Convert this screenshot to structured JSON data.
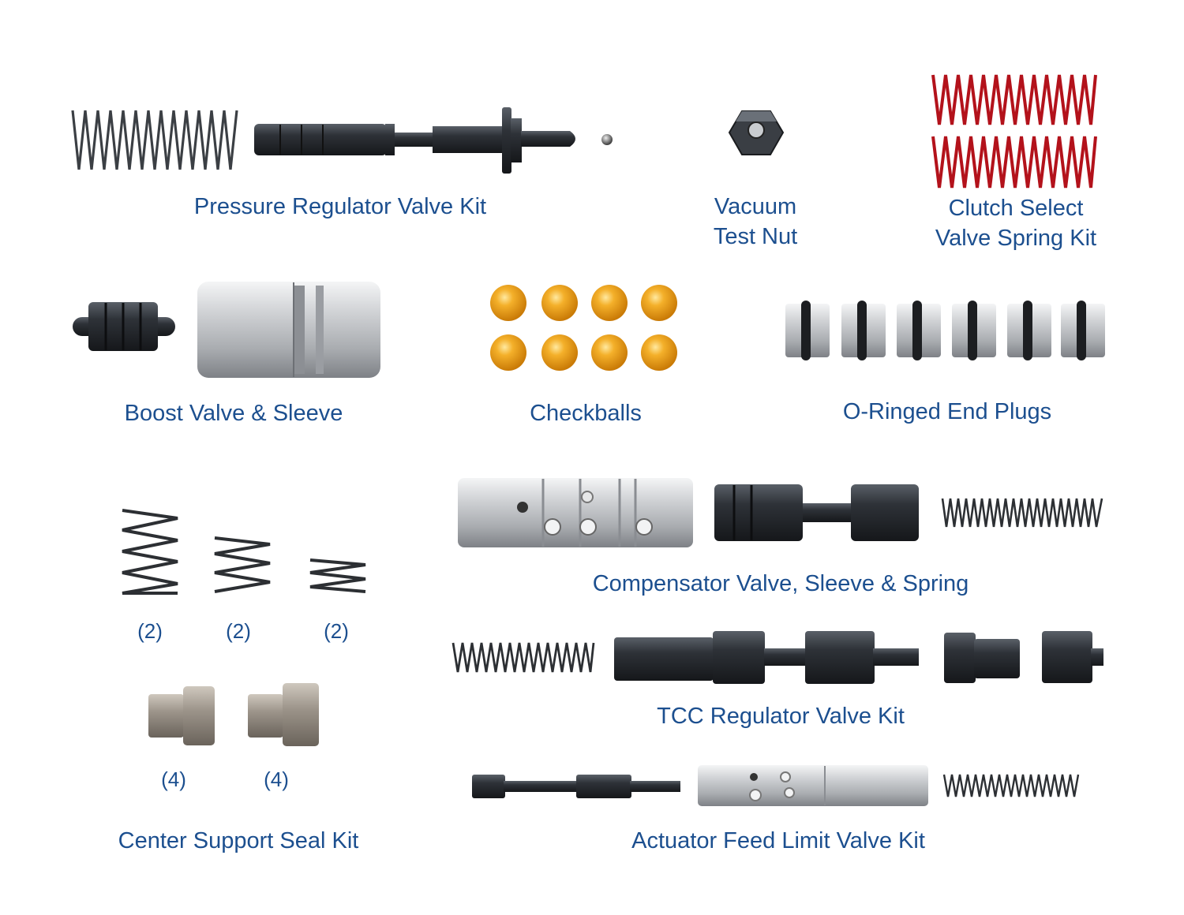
{
  "labels": {
    "pressure_regulator": "Pressure Regulator Valve Kit",
    "vacuum_line1": "Vacuum",
    "vacuum_line2": "Test Nut",
    "clutch_line1": "Clutch Select",
    "clutch_line2": "Valve Spring Kit",
    "boost": "Boost Valve & Sleeve",
    "checkballs": "Checkballs",
    "end_plugs": "O-Ringed End Plugs",
    "compensator": "Compensator Valve, Sleeve & Spring",
    "tcc": "TCC Regulator Valve Kit",
    "actuator": "Actuator Feed Limit Valve Kit",
    "center_support": "Center Support Seal Kit"
  },
  "quantities": {
    "spring_1": "(2)",
    "spring_2": "(2)",
    "spring_3": "(2)",
    "seal_1": "(4)",
    "seal_2": "(4)"
  },
  "colors": {
    "label": "#1c4f8f",
    "dark_part": "#2b2f35",
    "silver_part": "#b8bbbf",
    "red_spring": "#b3121b",
    "checkball": "#f0a01c"
  }
}
